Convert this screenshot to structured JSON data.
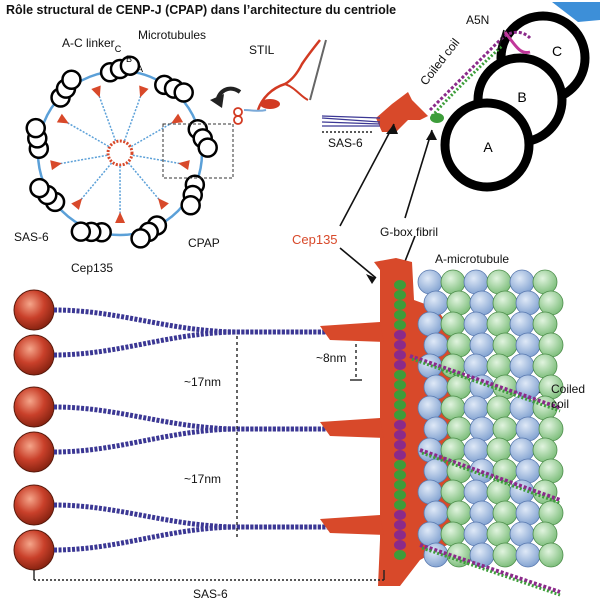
{
  "title": "Rôle structural de CENP-J (CPAP) dans l’architecture du centriole",
  "labels": {
    "ac_linker": "A-C linker",
    "microtubules": "Microtubules",
    "stil": "STIL",
    "sas6_left": "SAS-6",
    "cep135_left": "Cep135",
    "cpap": "CPAP",
    "a5n": "A5N",
    "coiled_coil_top": "Coiled coil",
    "sas6_top": "SAS-6",
    "cep135_red": "Cep135",
    "gbox": "G-box fibril",
    "a_microtubule": "A-microtubule",
    "nm8": "~8nm",
    "nm17a": "~17nm",
    "nm17b": "~17nm",
    "coiled_coil_right": "Coiled\ncoil",
    "sas6_bottom": "SAS-6"
  },
  "triplet_letters": {
    "c": "C",
    "b": "B",
    "a": "A"
  },
  "triplet_large": {
    "c": "C",
    "b": "B",
    "a": "A"
  },
  "colors": {
    "cep135": "#d8492a",
    "sas6": "#3b3794",
    "gbox": "#3d9d3a",
    "coil": "#8b2a8a",
    "tubulin_blue": "#8fb0dc",
    "tubulin_green": "#8ccc8a",
    "ring_blue": "#5ba0d8"
  }
}
